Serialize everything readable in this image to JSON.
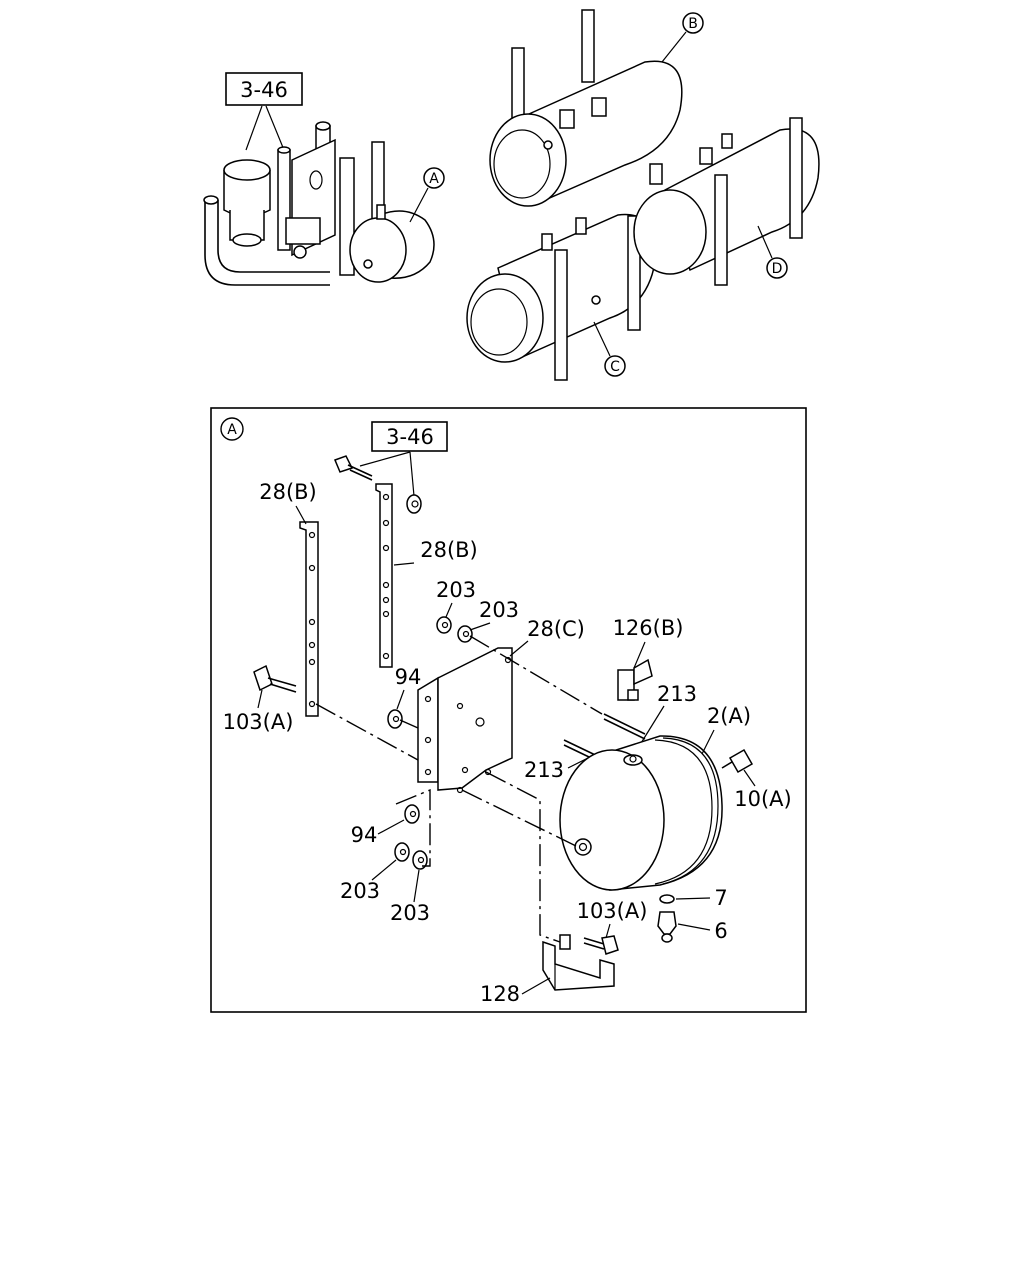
{
  "overview": {
    "ref_box": "3-46",
    "callouts": {
      "a": "A",
      "b": "B",
      "c": "C",
      "d": "D"
    }
  },
  "detail": {
    "view_label": "A",
    "ref_box": "3-46",
    "labels": {
      "p28b_left": "28(B)",
      "p28b_right": "28(B)",
      "p203_top1": "203",
      "p203_top2": "203",
      "p28c": "28(C)",
      "p126b": "126(B)",
      "p94_top": "94",
      "p103a_left": "103(A)",
      "p213_top": "213",
      "p2a": "2(A)",
      "p213_mid": "213",
      "p10a": "10(A)",
      "p94_bottom": "94",
      "p203_bot1": "203",
      "p203_bot2": "203",
      "p7": "7",
      "p103a_bottom": "103(A)",
      "p6": "6",
      "p128": "128"
    }
  }
}
